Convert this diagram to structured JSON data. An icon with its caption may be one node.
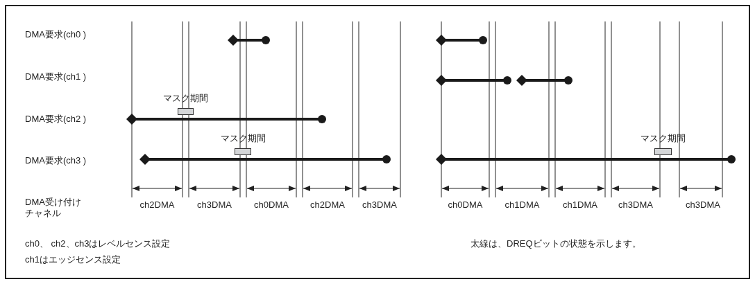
{
  "diagram": {
    "nodes": [
      {
        "text": [
          "マスク期間"
        ]
      },
      {
        "text": [
          "マスク期間"
        ]
      },
      {
        "text": [
          "マスク期間"
        ]
      }
    ],
    "labels": [
      "DMA要求(ch0 )",
      "DMA要求(ch1 )",
      "DMA要求(ch2 )",
      "DMA要求(ch3 )",
      "DMA受け付けチャネル",
      "ch2DMA",
      "ch3DMA",
      "ch0DMA",
      "ch2DMA",
      "ch3DMA",
      "ch0DMA",
      "ch1DMA",
      "ch1DMA",
      "ch3DMA",
      "ch3DMA",
      "ch0、 ch2、ch3はレベルセンス設定",
      "ch1はエッジセンス設定",
      "太線は、DREQビットの状態を示します。"
    ]
  }
}
